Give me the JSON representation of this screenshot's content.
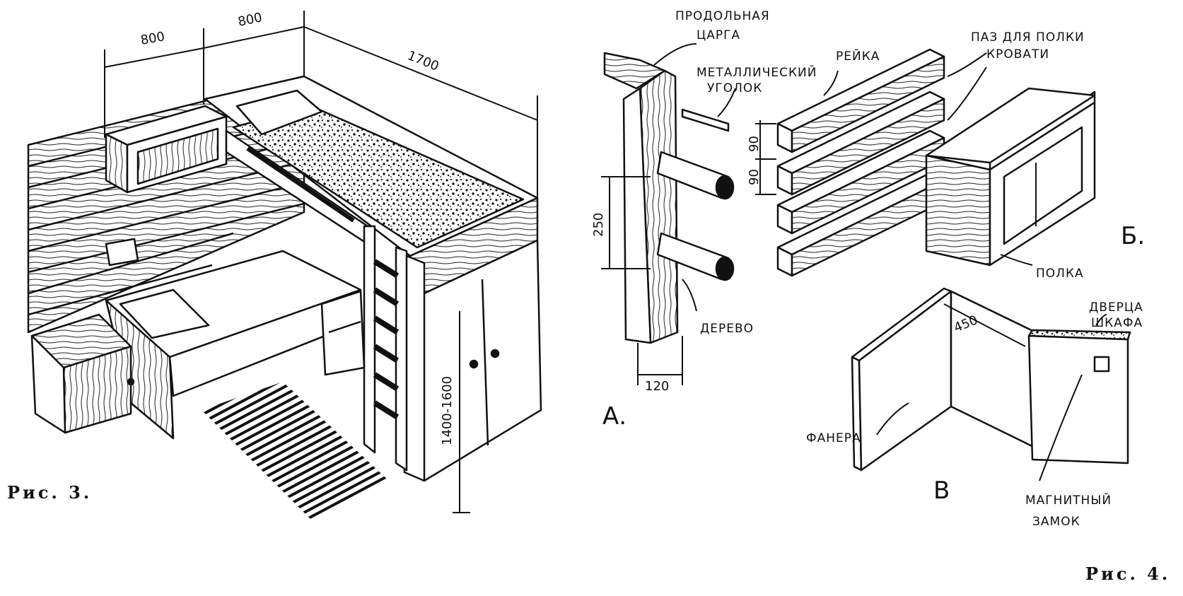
{
  "figure3": {
    "caption": "Рис. 3.",
    "dims": {
      "shelf_width": "800",
      "middle_width": "800",
      "bed_length": "1700",
      "height": "1400-1600"
    }
  },
  "figure4": {
    "caption": "Рис. 4.",
    "panel_a": {
      "letter": "А.",
      "labels": {
        "rail_line1": "ПРОДОЛЬНАЯ",
        "rail_line2": "ЦАРГА",
        "angle_line1": "МЕТАЛЛИЧЕСКИЙ",
        "angle_line2": "УГОЛОК",
        "wood": "ДЕРЕВО"
      },
      "dims": {
        "spacing": "250",
        "width": "120"
      }
    },
    "panel_b": {
      "letter": "Б.",
      "labels": {
        "slat": "РЕЙКА",
        "groove_line1": "ПАЗ ДЛЯ ПОЛКИ",
        "groove_line2": "КРОВАТИ",
        "shelf": "ПОЛКА"
      },
      "dims": {
        "slat1": "90",
        "slat2": "90"
      }
    },
    "panel_c": {
      "letter": "В",
      "labels": {
        "door_line1": "ДВЕРЦА",
        "door_line2": "ШКАФА",
        "plywood": "ФАНЕРА",
        "lock_line1": "МАГНИТНЫЙ",
        "lock_line2": "ЗАМОК"
      },
      "dims": {
        "depth": "450"
      }
    }
  }
}
